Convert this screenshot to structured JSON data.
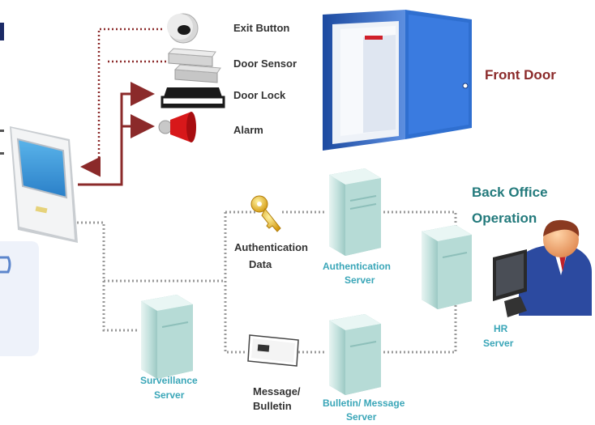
{
  "labels": {
    "exit_button": "Exit Button",
    "door_sensor": "Door Sensor",
    "door_lock": "Door Lock",
    "alarm": "Alarm",
    "front_door": "Front Door",
    "back_office_line1": "Back Office",
    "back_office_line2": "Operation",
    "auth_data_line1": "Authentication",
    "auth_data_line2": "Data",
    "auth_server_line1": "Authentication",
    "auth_server_line2": "Server",
    "hr_server_line1": "HR",
    "hr_server_line2": "Server",
    "surveillance_line1": "Surveillance",
    "surveillance_line2": "Server",
    "message_line1": "Message/",
    "message_line2": "Bulletin",
    "bulletin_server_line1": "Bulletin/ Message",
    "bulletin_server_line2": "Server"
  },
  "colors": {
    "accent_red": "#8b2a2a",
    "server_teal": "#3aa6b8",
    "back_office_green": "#237a7c",
    "door_blue": "#3a6cc0"
  }
}
